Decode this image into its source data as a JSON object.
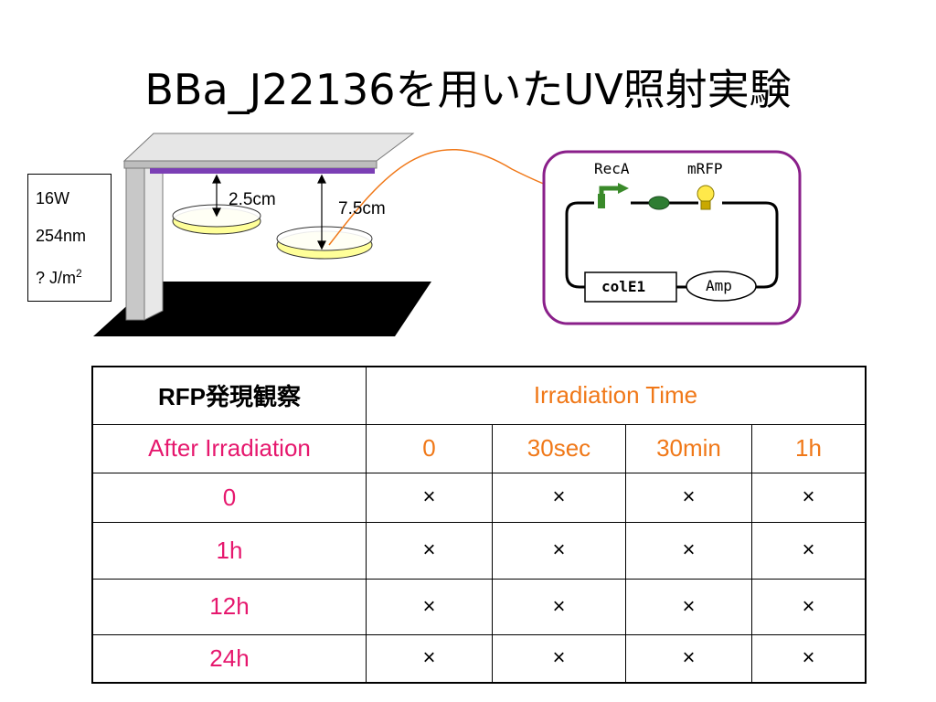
{
  "title": "BBa_J22136を用いたUV照射実験",
  "lamp": {
    "power": "16W",
    "wavelength": "254nm",
    "dose_prefix": "? J/m",
    "dose_exponent": "2"
  },
  "distances": {
    "near": "2.5cm",
    "far": "7.5cm"
  },
  "plasmid": {
    "promoter": "RecA",
    "reporter": "mRFP",
    "origin": "colE1",
    "resistance": "Amp"
  },
  "table": {
    "corner": "RFP発現観察",
    "group_header": "Irradiation Time",
    "row_header": "After Irradiation",
    "columns": [
      "0",
      "30sec",
      "30min",
      "1h"
    ],
    "rows": [
      {
        "label": "0",
        "cells": [
          "×",
          "×",
          "×",
          "×"
        ]
      },
      {
        "label": "1h",
        "cells": [
          "×",
          "×",
          "×",
          "×"
        ]
      },
      {
        "label": "12h",
        "cells": [
          "×",
          "×",
          "×",
          "×"
        ]
      },
      {
        "label": "24h",
        "cells": [
          "×",
          "×",
          "×",
          "×"
        ]
      }
    ]
  },
  "colors": {
    "uv_lamp": "#7b3fb5",
    "plasmid_frame": "#8a1f8a",
    "arrow": "#f07818",
    "header_text": "#f07818",
    "row_text": "#e6186e"
  }
}
